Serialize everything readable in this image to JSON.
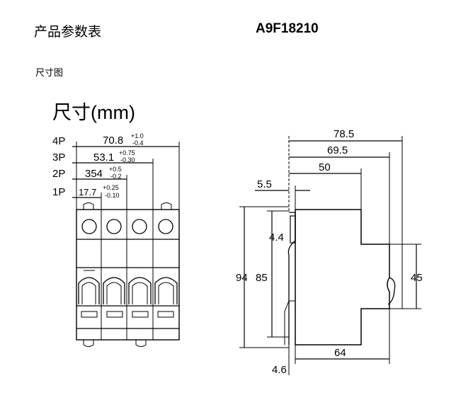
{
  "header": {
    "title": "产品参数表",
    "model": "A9F18210"
  },
  "section": {
    "subtitle": "尺寸图",
    "drawing_title": "尺寸(mm)"
  },
  "front_view": {
    "poles": [
      {
        "label": "4P",
        "value": "70.8",
        "tol_plus": "+1.0",
        "tol_minus": "-0.4"
      },
      {
        "label": "3P",
        "value": "53.1",
        "tol_plus": "+0.75",
        "tol_minus": "-0.30"
      },
      {
        "label": "2P",
        "value": "354",
        "tol_plus": "+0.5",
        "tol_minus": "-0.2"
      },
      {
        "label": "1P",
        "value": "17.7",
        "tol_plus": "+0.25",
        "tol_minus": "-0.10"
      }
    ]
  },
  "side_view": {
    "dim_785": "78.5",
    "dim_695": "69.5",
    "dim_50": "50",
    "dim_55": "5.5",
    "dim_44": "4.4",
    "dim_94": "94",
    "dim_85": "85",
    "dim_45": "45",
    "dim_64": "64",
    "dim_46": "4.6"
  }
}
